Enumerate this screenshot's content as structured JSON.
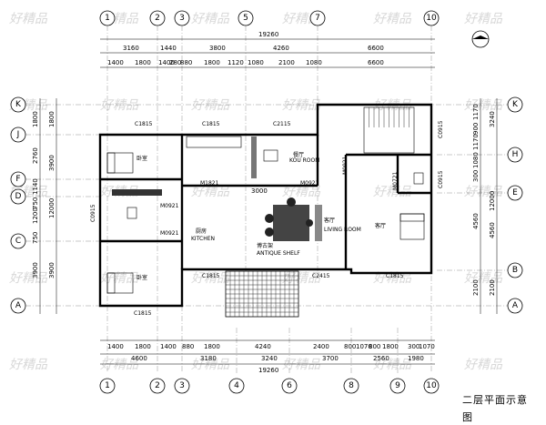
{
  "drawing": {
    "title": "二层平面示意图",
    "watermark": "好精品",
    "axes_top": [
      "1",
      "2",
      "3",
      "5",
      "7",
      "10"
    ],
    "axes_bottom": [
      "1",
      "2",
      "3",
      "4",
      "6",
      "8",
      "9",
      "10"
    ],
    "axes_left": [
      "K",
      "J",
      "F",
      "D",
      "C",
      "A"
    ],
    "axes_right": [
      "K",
      "H",
      "E",
      "B",
      "A"
    ],
    "dims_top_total": "19260",
    "dims_top_row1": [
      "3160",
      "1440",
      "3800",
      "4260",
      "6600"
    ],
    "dims_top_row2": [
      "1400",
      "1800",
      "1400",
      "280",
      "880",
      "1800",
      "1120",
      "1080",
      "2100",
      "1080",
      "6600"
    ],
    "dims_bottom_row1": [
      "1400",
      "1800",
      "1400",
      "880",
      "1800",
      "4240",
      "2400",
      "800",
      "1070",
      "800",
      "1800",
      "300",
      "1070"
    ],
    "dims_bottom_row2": [
      "4600",
      "3180",
      "3240",
      "3700",
      "2560",
      "1980"
    ],
    "dims_bottom_total": "19260",
    "dims_left_outer": [
      "1800",
      "2760",
      "1140",
      "750",
      "1200",
      "750",
      "3900"
    ],
    "dims_left_inner": [
      "1800",
      "3900",
      "12000",
      "3900"
    ],
    "dims_right_inner": [
      "1170",
      "900",
      "1170",
      "1080",
      "300",
      "4560",
      "2100"
    ],
    "dims_right_outer": [
      "3240",
      "12000",
      "4560",
      "2100"
    ],
    "window_tags": [
      "C1815",
      "C1815",
      "C2115",
      "C1815",
      "C2415",
      "C1815",
      "C1815",
      "C0915",
      "C0915",
      "C0915"
    ],
    "door_tags": [
      "M1821",
      "M0921",
      "M0921",
      "M0921",
      "M0921",
      "M0721"
    ],
    "room_labels": [
      "卧室",
      "卧室",
      "厨房",
      "餐厅",
      "客厅",
      "客厅",
      "LIVING ROOM",
      "KITCHEN",
      "KOU ROOM"
    ],
    "misc_labels": [
      "3000",
      "ANTIQUE SHELF",
      "博古架"
    ]
  }
}
